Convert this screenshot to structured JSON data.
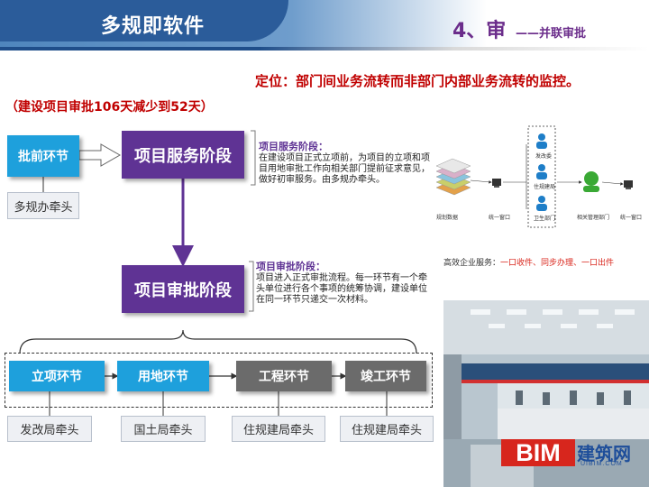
{
  "header": {
    "title": "多规即软件",
    "section_heading": "4、审",
    "section_sub": "——并联审批"
  },
  "positioning": "定位：部门间业务流转而非部门内部业务流转的监控。",
  "period_note": "（建设项目审批106天减少到52天）",
  "pre_stage": {
    "label": "批前环节",
    "lead": "多规办牵头"
  },
  "stages": [
    {
      "label": "项目服务阶段"
    },
    {
      "label": "项目审批阶段"
    }
  ],
  "callouts": [
    {
      "title": "项目服务阶段：",
      "body": "在建设项目正式立项前，为项目的立项和项目用地审批工作向相关部门提前征求意见，做好初审服务。由多规办牵头。"
    },
    {
      "title": "项目审批阶段：",
      "body": "项目进入正式审批流程。每一环节有一个牵头单位进行各个事项的统筹协调，建设单位在同一环节只递交一次材料。"
    }
  ],
  "steps": [
    {
      "label": "立项环节",
      "lead": "发改局牵头",
      "color": "#1ea0dc"
    },
    {
      "label": "用地环节",
      "lead": "国土局牵头",
      "color": "#1ea0dc"
    },
    {
      "label": "工程环节",
      "lead": "住规建局牵头",
      "color": "#6b6b6b"
    },
    {
      "label": "竣工环节",
      "lead": "住规建局牵头",
      "color": "#6b6b6b"
    }
  ],
  "service_diagram": {
    "labels": {
      "layers": "规划数据",
      "window1": "统一窗口",
      "dept1": "发改委",
      "dept2": "住规建局",
      "dept3": "卫生部门",
      "center": "相关管理部门",
      "window2": "统一窗口"
    },
    "service_prefix": "高效企业服务：",
    "service_items": "一口收件、同步办理、一口出件"
  },
  "watermark": {
    "logo": "BIM",
    "name": "建筑网",
    "url": "UIBIM.COM"
  },
  "colors": {
    "blue": "#1ea0dc",
    "purple": "#5f3394",
    "gray": "#6b6b6b",
    "red": "#c00000"
  }
}
